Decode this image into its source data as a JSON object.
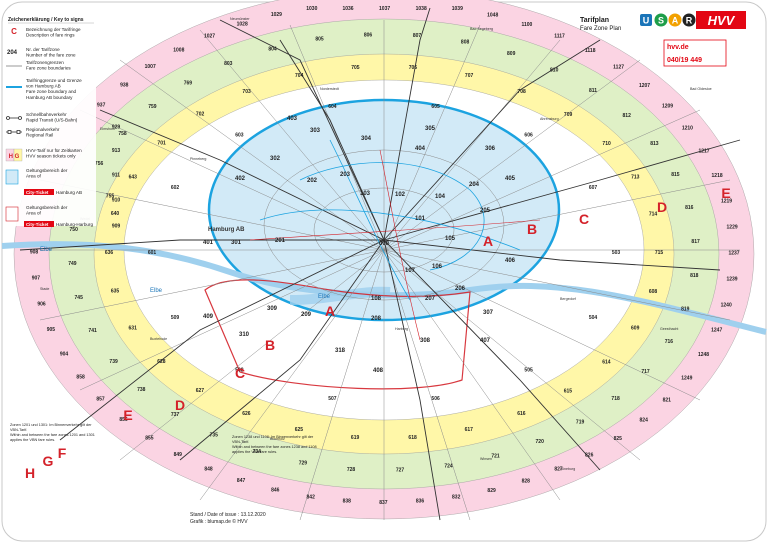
{
  "header": {
    "title_de": "Tarifplan",
    "title_en": "Fare Zone Plan",
    "brand_letters": [
      "U",
      "S",
      "A",
      "R"
    ],
    "brand_logo": "HVV",
    "url": "hvv.de",
    "phone": "040/19 449"
  },
  "legend": {
    "title": "Zeichenerklärung / Key to signs",
    "items": [
      {
        "key": "C",
        "text": "Bezeichnung der Tarifringe\nDescription of fare rings"
      },
      {
        "key": "204",
        "text": "Nr. der Tarifzone\nNumber of the fare zone"
      },
      {
        "key": "",
        "text": "Tarifzonengrenzen\nFare zone boundaries"
      },
      {
        "key": "",
        "text": "Tarifringgrenze und Grenze\nvon Hamburg AB\nFare zone boundary and\nHamburg AB boundary"
      },
      {
        "key": "",
        "text": "Schnellbahnverkehr\nRapid Transit (U/S-Bahn)"
      },
      {
        "key": "",
        "text": "Regionalverkehr\nRegional Rail"
      },
      {
        "key": "H G",
        "text": "HVV-Tarif nur für Zeitkarten\nHVV season tickets only"
      },
      {
        "key": "",
        "text": "Geltungsbereich der\nArea of"
      },
      {
        "key": "City-Ticket",
        "text": "Hamburg AB"
      },
      {
        "key": "",
        "text": "Geltungsbereich der\nArea of"
      },
      {
        "key": "City-Ticket",
        "text": "Hamburg-Harburg"
      }
    ]
  },
  "ring_letters": [
    "A",
    "A",
    "B",
    "B",
    "C",
    "C",
    "D",
    "D",
    "E",
    "E",
    "F",
    "G",
    "H"
  ],
  "zones_inner": [
    "000",
    "101",
    "102",
    "103",
    "104",
    "105",
    "106",
    "107",
    "108",
    "201",
    "202",
    "203",
    "204",
    "205",
    "206",
    "207",
    "208",
    "209",
    "301",
    "302",
    "303",
    "304",
    "305",
    "306",
    "307",
    "308",
    "309",
    "310",
    "318",
    "401",
    "402",
    "403",
    "404",
    "405",
    "406",
    "407",
    "408",
    "409"
  ],
  "zones_outer": [
    "503",
    "504",
    "505",
    "506",
    "507",
    "508",
    "509",
    "601",
    "602",
    "603",
    "604",
    "605",
    "606",
    "607",
    "608",
    "609",
    "614",
    "615",
    "616",
    "617",
    "618",
    "619",
    "625",
    "626",
    "627",
    "628",
    "631",
    "635",
    "636",
    "640",
    "643",
    "701",
    "702",
    "703",
    "704",
    "705",
    "706",
    "707",
    "708",
    "709",
    "710",
    "713",
    "714",
    "715",
    "716",
    "717",
    "718",
    "719",
    "720",
    "721",
    "724",
    "727",
    "728",
    "729",
    "734",
    "735",
    "737",
    "738",
    "739",
    "741",
    "745",
    "749",
    "750",
    "755",
    "756",
    "758",
    "759",
    "769",
    "803",
    "804",
    "805",
    "806",
    "807",
    "808",
    "809",
    "810",
    "811",
    "812",
    "813",
    "815",
    "816",
    "817",
    "818",
    "819",
    "821",
    "824",
    "825",
    "826",
    "827",
    "828",
    "829",
    "832",
    "836",
    "837",
    "838",
    "842",
    "846",
    "847",
    "848",
    "849",
    "855",
    "856",
    "857",
    "858",
    "904",
    "905",
    "906",
    "907",
    "908",
    "909",
    "910",
    "911",
    "913",
    "929",
    "937",
    "938",
    "1007",
    "1008",
    "1027",
    "1028",
    "1029",
    "1030",
    "1036",
    "1037",
    "1038",
    "1039",
    "1048",
    "1100",
    "1117",
    "1118",
    "1127",
    "1207",
    "1209",
    "1210",
    "1217",
    "1218",
    "1219",
    "1229",
    "1237",
    "1239",
    "1240",
    "1247",
    "1248",
    "1249"
  ],
  "station_labels": [
    "Hamburg AB",
    "Elbe",
    "Elbe",
    "Elbe",
    "Pinneberg",
    "Norderstedt",
    "Ahrensburg",
    "Bergedorf",
    "Harburg",
    "Buxtehude",
    "Stade",
    "Lüneburg",
    "Bad Oldesloe",
    "Elmshorn",
    "Wedel",
    "Neumünster",
    "Bad Segeberg",
    "Geesthacht",
    "Winsen",
    "Buchholz"
  ],
  "footer": {
    "stand": "Stand / Date of issue : 13.12.2020",
    "grafik": "Grafik : blumap.de © HVV",
    "note_left": "Zonen 1201 und 1301: Im Binnenverkehr gilt der VBN-Tarif.\nWithin and between the fare zones 1201 and 1301 applies the VBN fare rules.",
    "note_mid": "Zonen 1238 und 1108: Im Binnenverkehr gilt der VBN-Tarif.\nWithin and between the fare zones 1238 and 1108 applies the VBN fare rules."
  },
  "colors": {
    "ring_A": "#d2eaf7",
    "ring_B": "#ffffff",
    "ring_C": "#fff7a8",
    "ring_D": "#dff0c6",
    "ring_E": "#fbd4e3",
    "ring_F": "#d9c7e6",
    "boundary_blue": "#1ca3e0",
    "red_letters": "#d4222a",
    "hvv_red": "#e30613"
  }
}
